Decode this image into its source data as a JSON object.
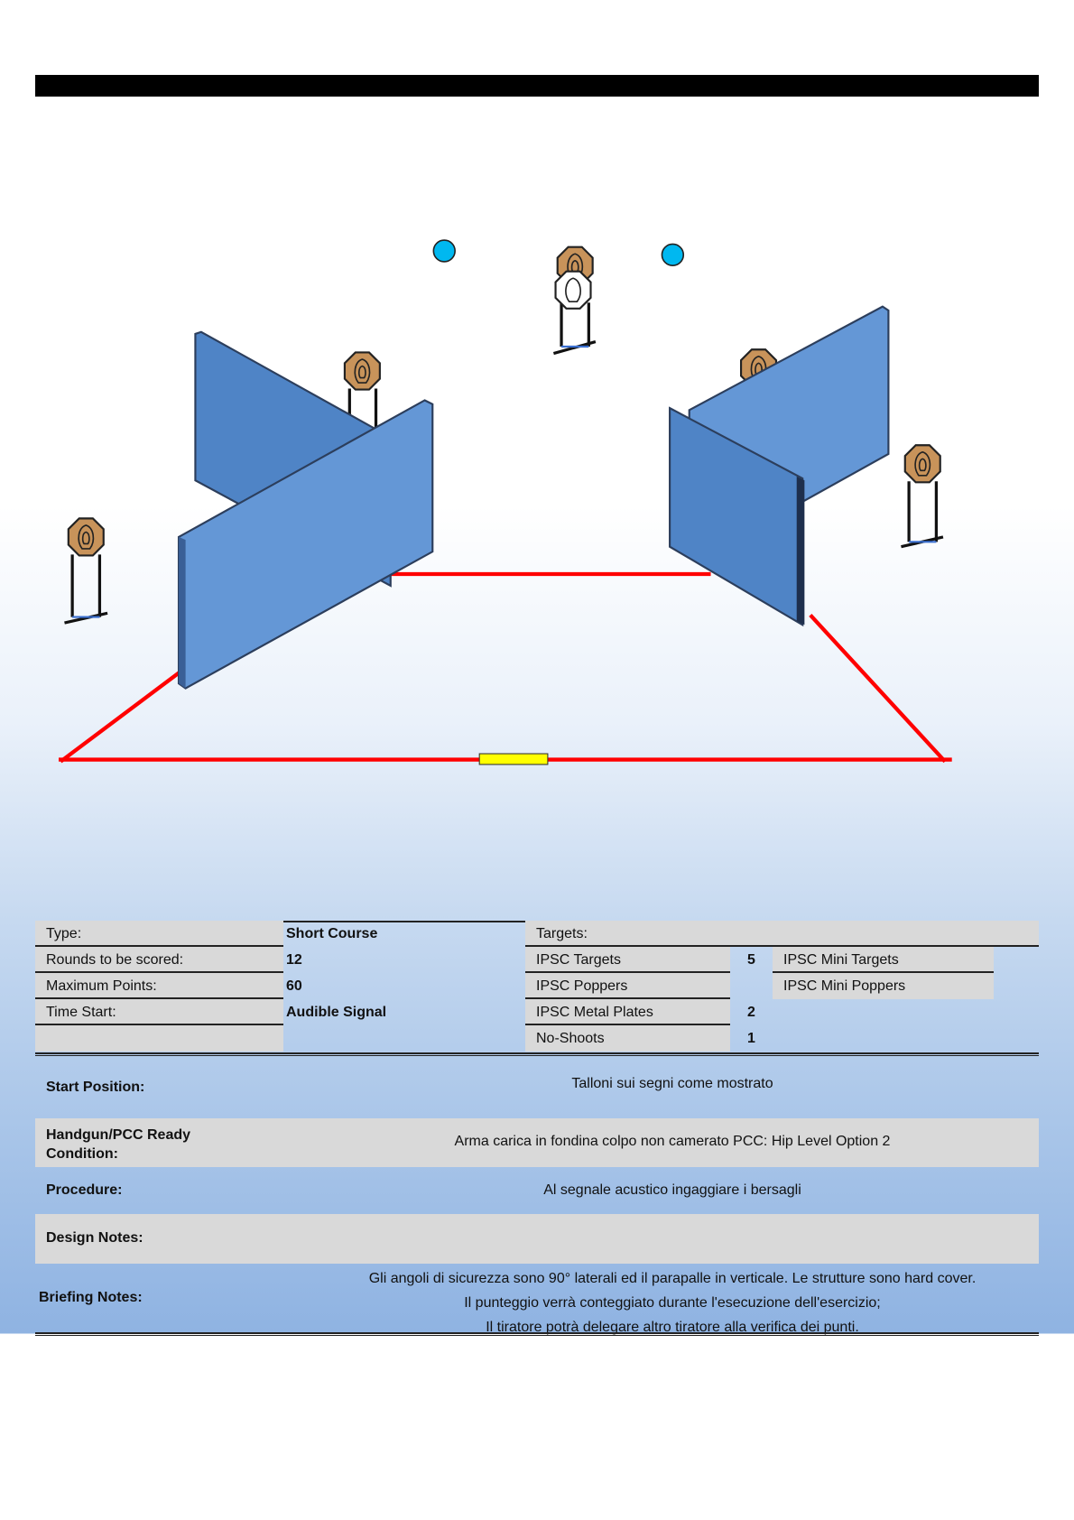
{
  "info": {
    "type_label": "Type:",
    "type_value": "Short Course",
    "rounds_label": "Rounds to be scored:",
    "rounds_value": "12",
    "max_points_label": "Maximum Points:",
    "max_points_value": "60",
    "time_start_label": "Time Start:",
    "time_start_value": "Audible Signal"
  },
  "targets": {
    "title": "Targets:",
    "ipsc_targets_label": "IPSC Targets",
    "ipsc_targets_value": "5",
    "ipsc_poppers_label": "IPSC Poppers",
    "ipsc_metal_plates_label": "IPSC Metal Plates",
    "ipsc_metal_plates_value": "2",
    "no_shoots_label": "No-Shoots",
    "no_shoots_value": "1",
    "ipsc_mini_targets_label": "IPSC Mini Targets",
    "ipsc_mini_poppers_label": "IPSC Mini Poppers"
  },
  "briefing": {
    "start_position_label": "Start Position:",
    "start_position_value": "Talloni sui segni come mostrato",
    "ready_condition_label_1": "Handgun/PCC Ready",
    "ready_condition_label_2": "Condition:",
    "ready_condition_value": "Arma carica in fondina colpo non camerato PCC: Hip Level Option 2",
    "procedure_label": "Procedure:",
    "procedure_value": "Al segnale acustico ingaggiare i bersagli",
    "design_notes_label": "Design Notes:",
    "briefing_notes_label": "Briefing Notes:",
    "briefing_notes_lines": [
      "Gli angoli di sicurezza sono 90° laterali ed il parapalle in verticale. Le strutture sono hard cover.",
      "Il punteggio verrà conteggiato durante l'esecuzione dell'esercizio;",
      "Il tiratore potrà delegare altro tiratore alla verifica dei punti."
    ]
  },
  "colors": {
    "wall": "#5b8fd0",
    "target": "#c8935a",
    "fault_line": "#ff0000",
    "start_marker": "#ffff00",
    "plate": "#00b8f0"
  }
}
